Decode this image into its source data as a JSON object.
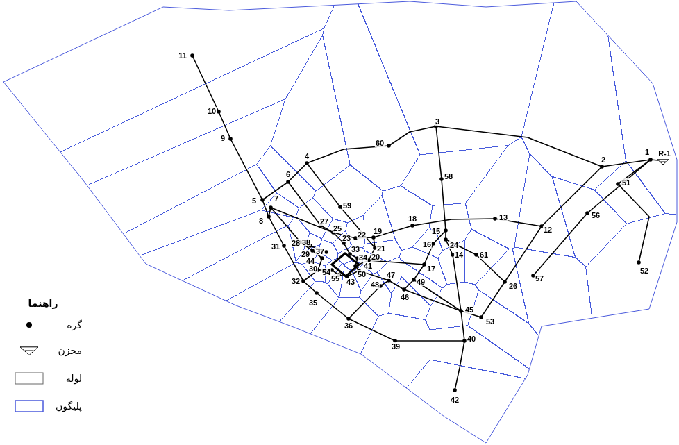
{
  "diagram": {
    "labels": [
      "1",
      "2",
      "3",
      "4",
      "5",
      "6",
      "7",
      "8",
      "9",
      "10",
      "11",
      "12",
      "13",
      "14",
      "15",
      "16",
      "17",
      "18",
      "19",
      "20",
      "21",
      "22",
      "23",
      "24",
      "25",
      "26",
      "27",
      "28",
      "29",
      "30",
      "31",
      "32",
      "33",
      "34",
      "35",
      "36",
      "37",
      "38",
      "39",
      "40",
      "41",
      "42",
      "43",
      "44",
      "45",
      "46",
      "47",
      "48",
      "49",
      "50",
      "51",
      "52",
      "53",
      "54",
      "55",
      "56",
      "57",
      "58",
      "59",
      "60",
      "61",
      "R-1",
      "راهنما"
    ],
    "legend": [
      {
        "text": "گره"
      },
      {
        "text": "مخزن"
      },
      {
        "text": "لوله"
      },
      {
        "text": "پلیگون"
      }
    ]
  }
}
